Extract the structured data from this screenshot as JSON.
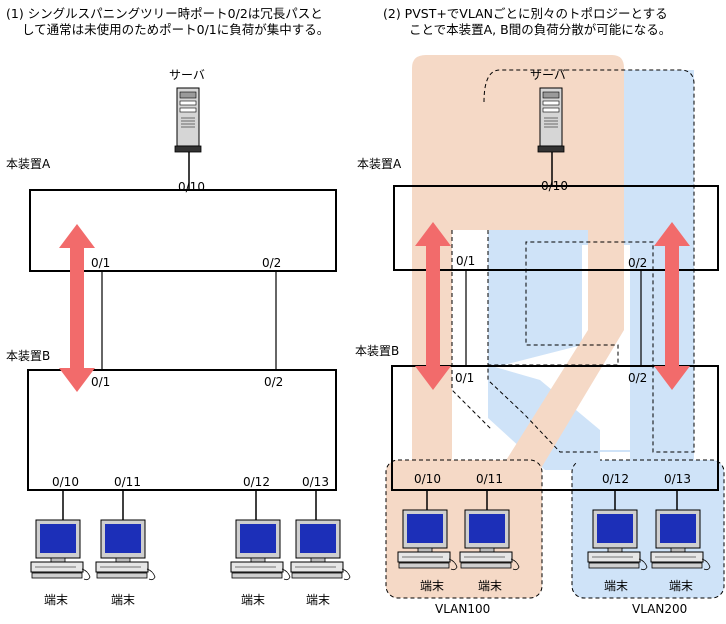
{
  "left": {
    "caption_line1": "(1) シングルスパニングツリー時ポート0/2は冗長パスと",
    "caption_line2": "して通常は未使用のためポート0/1に負荷が集中する。",
    "server_label": "サーバ",
    "device_a": "本装置A",
    "device_b": "本装置B",
    "ports_a": {
      "top": "0/10",
      "left": "0/1",
      "right": "0/2"
    },
    "ports_b": {
      "left": "0/1",
      "right": "0/2"
    },
    "ports_bottom": [
      "0/10",
      "0/11",
      "0/12",
      "0/13"
    ],
    "terminals": [
      "端末",
      "端末",
      "端末",
      "端末"
    ]
  },
  "right": {
    "caption_line1": "(2) PVST+でVLANごとに別々のトポロジーとする",
    "caption_line2": "ことで本装置A, B間の負荷分散が可能になる。",
    "server_label": "サーバ",
    "device_a": "本装置A",
    "device_b": "本装置B",
    "ports_a": {
      "top": "0/10",
      "left": "0/1",
      "right": "0/2"
    },
    "ports_b": {
      "left": "0/1",
      "right": "0/2"
    },
    "ports_bottom": [
      "0/10",
      "0/11",
      "0/12",
      "0/13"
    ],
    "terminals": [
      "端末",
      "端末",
      "端末",
      "端末"
    ],
    "vlan1": "VLAN100",
    "vlan2": "VLAN200"
  },
  "colors": {
    "vlan100": "#f5d9c6",
    "vlan200": "#cfe3f8",
    "arrow": "#f26b6b",
    "monitor_screen": "#1c2fb8"
  }
}
